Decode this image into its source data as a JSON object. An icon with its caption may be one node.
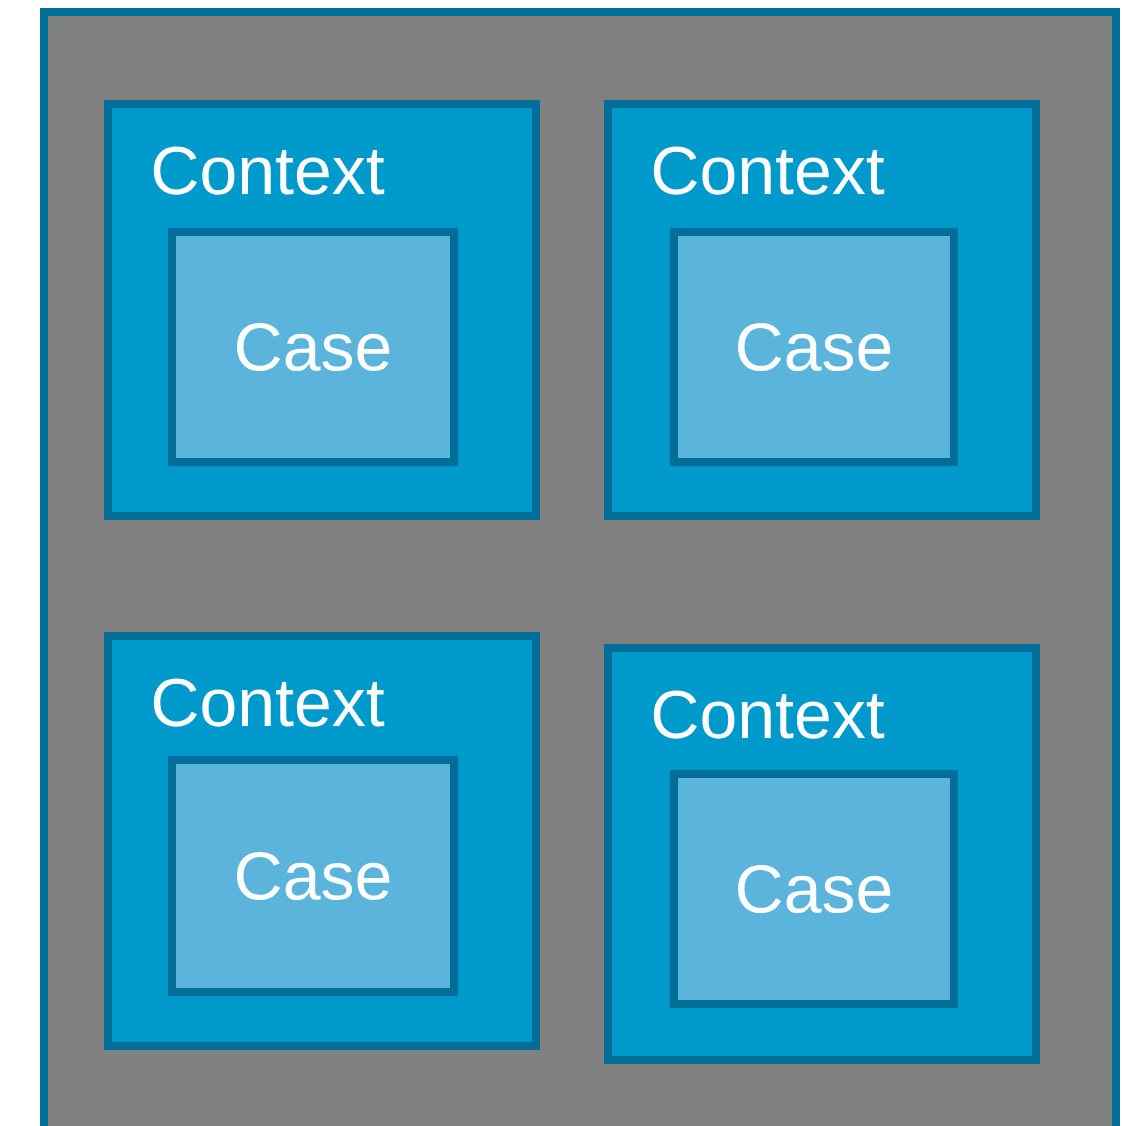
{
  "diagram": {
    "nodes": [
      {
        "text": [],
        "shape": "box"
      },
      {
        "text": [
          "Context"
        ],
        "in": 0
      },
      {
        "text": [
          "Case"
        ],
        "in": 1
      },
      {
        "text": [
          "Context"
        ],
        "in": 0
      },
      {
        "text": [
          "Case"
        ],
        "in": 3
      },
      {
        "text": [
          "Context"
        ],
        "in": 0
      },
      {
        "text": [
          "Case"
        ],
        "in": 5
      },
      {
        "text": [
          "Context"
        ],
        "in": 0
      },
      {
        "text": [
          "Case"
        ],
        "in": 7
      }
    ]
  }
}
